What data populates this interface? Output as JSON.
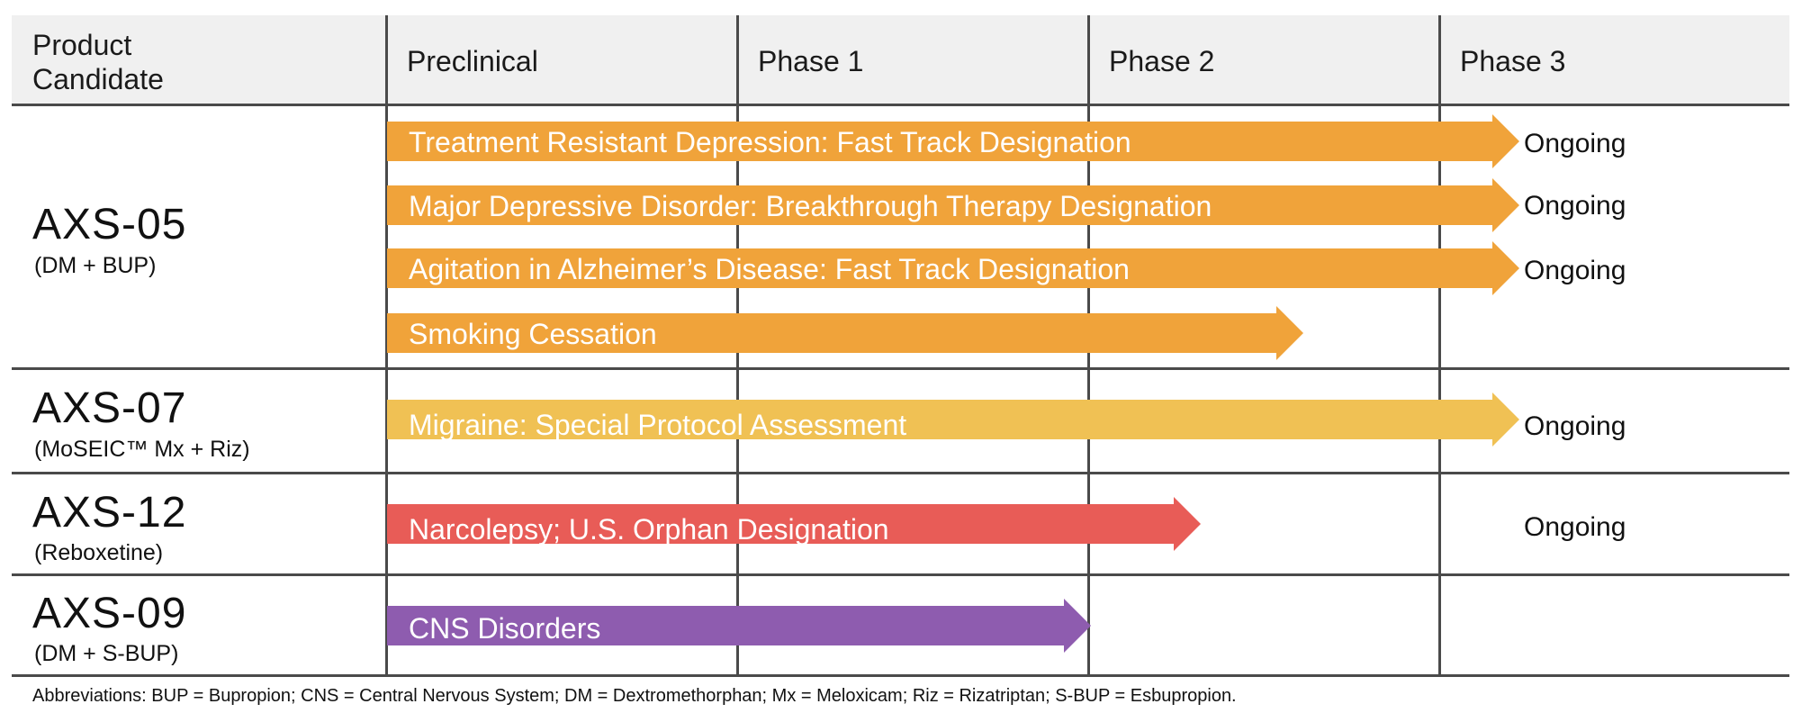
{
  "header": {
    "product_col": "Product\nCandidate",
    "phases": [
      "Preclinical",
      "Phase 1",
      "Phase 2",
      "Phase 3"
    ]
  },
  "products": [
    {
      "name": "AXS-05",
      "subtitle": "(DM + BUP)",
      "programs": [
        {
          "label": "Treatment Resistant Depression: Fast Track Designation",
          "status": "Ongoing",
          "color": "#F0A33A"
        },
        {
          "label": "Major Depressive Disorder: Breakthrough Therapy Designation",
          "status": "Ongoing",
          "color": "#F0A33A"
        },
        {
          "label": "Agitation in Alzheimer’s Disease: Fast Track Designation",
          "status": "Ongoing",
          "color": "#F0A33A"
        },
        {
          "label": "Smoking Cessation",
          "status": "",
          "color": "#F0A33A"
        }
      ]
    },
    {
      "name": "AXS-07",
      "subtitle": "(MoSEIC™ Mx + Riz)",
      "programs": [
        {
          "label": "Migraine: Special Protocol Assessment",
          "status": "Ongoing",
          "color": "#F0C154"
        }
      ]
    },
    {
      "name": "AXS-12",
      "subtitle": "(Reboxetine)",
      "programs": [
        {
          "label": "Narcolepsy; U.S. Orphan Designation",
          "status": "Ongoing",
          "color": "#E85C57"
        }
      ]
    },
    {
      "name": "AXS-09",
      "subtitle": "(DM + S-BUP)",
      "programs": [
        {
          "label": "CNS Disorders",
          "status": "",
          "color": "#8E5CAF"
        }
      ]
    }
  ],
  "footnote": "Abbreviations: BUP = Bupropion; CNS = Central Nervous System; DM = Dextromethorphan; Mx = Meloxicam; Riz = Rizatriptan; S-BUP = Esbupropion."
}
